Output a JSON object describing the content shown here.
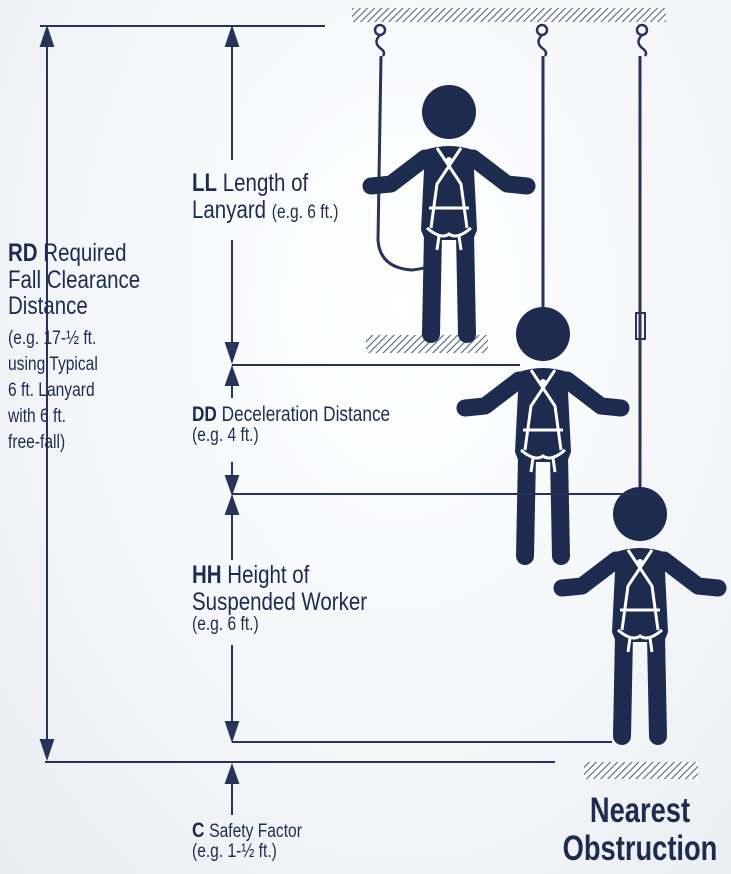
{
  "labels": {
    "ll": {
      "code": "LL",
      "line1": "Length of",
      "line2": "Lanyard",
      "example": "(e.g. 6 ft.)"
    },
    "rd": {
      "code": "RD",
      "line1": "Required",
      "line2": "Fall Clearance",
      "line3": "Distance",
      "notes": [
        "(e.g. 17-½ ft.",
        "using Typical",
        "6 ft. Lanyard",
        "with 6 ft.",
        "free-fall)"
      ]
    },
    "dd": {
      "code": "DD",
      "text": "Deceleration Distance",
      "example": "(e.g. 4 ft.)"
    },
    "hh": {
      "code": "HH",
      "line1": "Height of",
      "line2": "Suspended Worker",
      "example": "(e.g. 6 ft.)"
    },
    "c": {
      "code": "C",
      "text": "Safety Factor",
      "example": "(e.g. 1-½ ft.)"
    },
    "obstruction": {
      "line1": "Nearest",
      "line2": "Obstruction"
    }
  },
  "colors": {
    "ink": "#1d2b4f",
    "line": "#27345a",
    "hatch": "#55607a",
    "background": "#f3f5f8"
  }
}
